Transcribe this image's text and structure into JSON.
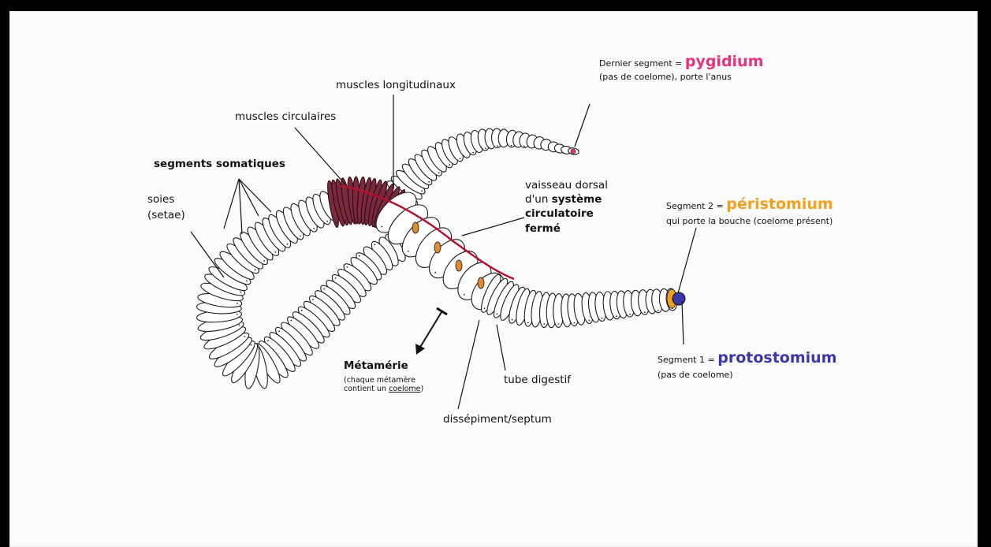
{
  "colors": {
    "pygidium": "#e8327c",
    "peristomium": "#f2a11f",
    "protostomium": "#3a37a8",
    "muscle": "#7a2a3a",
    "vessel": "#b3122e",
    "septum_gut": "#e08a2e"
  },
  "labels": {
    "dernier_segment_prefix": "Dernier segment = ",
    "pygidium": "pygidium",
    "pygidium_note": "(pas de coelome), porte l'anus",
    "muscles_longitudinaux": "muscles longitudinaux",
    "muscles_circulaires": "muscles circulaires",
    "segments_somatiques": "segments somatiques",
    "soies_line1": "soies",
    "soies_line2": "(setae)",
    "vaisseau_line1": "vaisseau dorsal",
    "vaisseau_line2_prefix": "d'un ",
    "vaisseau_line2_bold": "système",
    "vaisseau_line3": "circulatoire",
    "vaisseau_line4": "fermé",
    "segment2_prefix": "Segment 2 = ",
    "peristomium": "péristomium",
    "peristomium_note": "qui porte la bouche (coelome présent)",
    "segment1_prefix": "Segment 1 = ",
    "protostomium": "protostomium",
    "protostomium_note": "(pas de coelome)",
    "metamerie": "Métamérie",
    "metamerie_note1": "(chaque métamère",
    "metamerie_note2_prefix": "contient un ",
    "metamerie_note2_link": "coelome",
    "metamerie_note2_suffix": ")",
    "tube_digestif": "tube digestif",
    "dissepiment": "dissépiment/septum"
  }
}
